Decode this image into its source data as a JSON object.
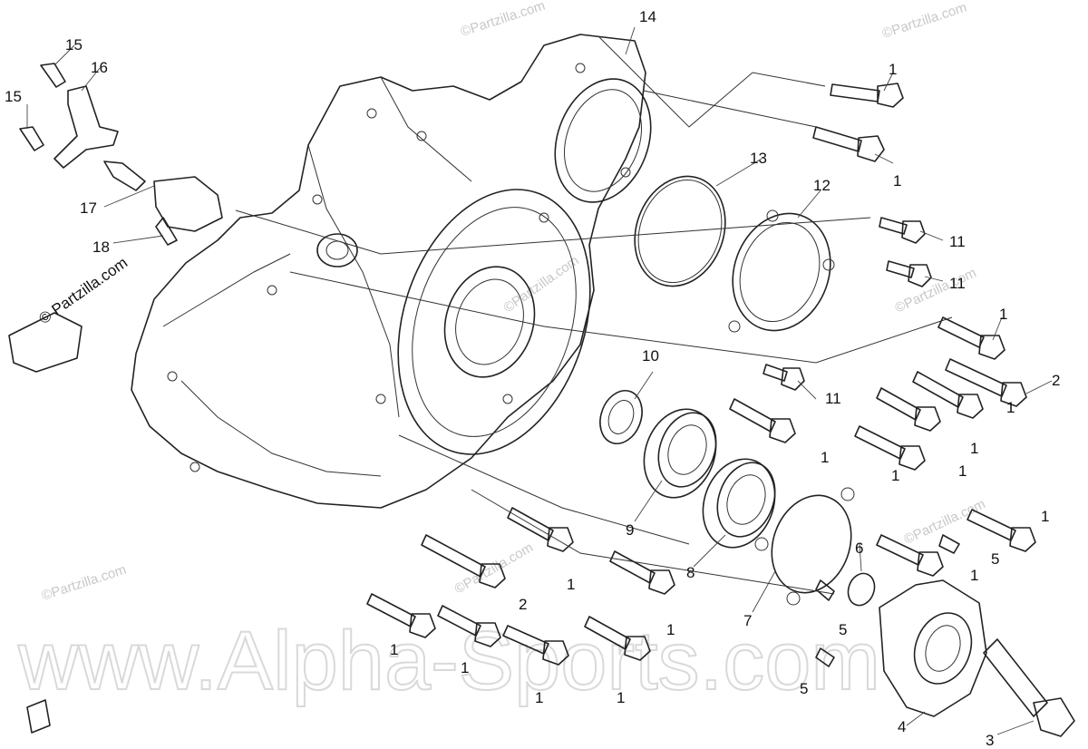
{
  "callouts": [
    {
      "n": "1"
    },
    {
      "n": "1"
    },
    {
      "n": "1"
    },
    {
      "n": "1"
    },
    {
      "n": "1"
    },
    {
      "n": "1"
    },
    {
      "n": "1"
    },
    {
      "n": "1"
    },
    {
      "n": "1"
    },
    {
      "n": "1"
    },
    {
      "n": "1"
    },
    {
      "n": "1"
    },
    {
      "n": "1"
    },
    {
      "n": "1"
    },
    {
      "n": "1"
    },
    {
      "n": "1"
    },
    {
      "n": "2"
    },
    {
      "n": "2"
    },
    {
      "n": "3"
    },
    {
      "n": "4"
    },
    {
      "n": "5"
    },
    {
      "n": "5"
    },
    {
      "n": "5"
    },
    {
      "n": "6"
    },
    {
      "n": "7"
    },
    {
      "n": "8"
    },
    {
      "n": "9"
    },
    {
      "n": "10"
    },
    {
      "n": "11"
    },
    {
      "n": "11"
    },
    {
      "n": "11"
    },
    {
      "n": "12"
    },
    {
      "n": "13"
    },
    {
      "n": "14"
    },
    {
      "n": "15"
    },
    {
      "n": "15"
    },
    {
      "n": "16"
    },
    {
      "n": "17"
    },
    {
      "n": "18"
    }
  ],
  "watermarks": {
    "partzilla": "©Partzilla.com",
    "partzilla_alt": "© Partzilla.com",
    "site": "www.Alpha-Sports.com"
  }
}
